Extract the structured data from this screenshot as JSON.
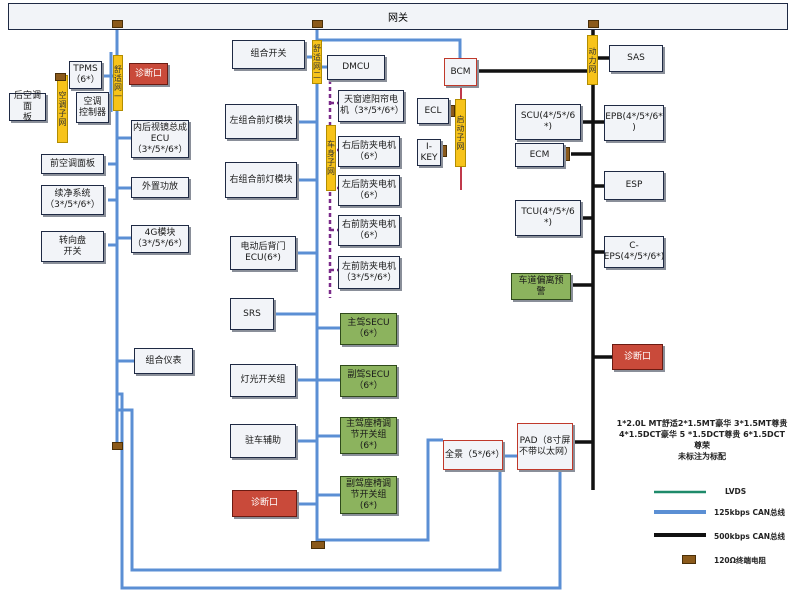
{
  "gateway": "网关",
  "buses": {
    "ac_subnet": "空\n调\n子\n网",
    "comfort_left": "舒\n适\n网\n一",
    "comfort_mid": "舒\n适\n网\n二",
    "body_inner": "车\n身\n子\n网",
    "start_subnet": "启\n动\n子\n网",
    "power_net": "动\n力\n网"
  },
  "nodes": {
    "tpms": "TPMS\n（6*）",
    "diag_top": "诊断口",
    "rear_ac": "后空调面\n板",
    "ac_ctrl": "空调\n控制器",
    "mirror_ecu": "内后视镜总成\nECU\n（3*/5*/6*）",
    "front_ac": "前空调面板",
    "cruise": "续净系统\n（3*/5*/6*）",
    "amp": "外置功放",
    "steer_sw": "转向盘\n开关",
    "module_4g": "4G模块\n（3*/5*/6*）",
    "cluster": "组合仪表",
    "combo_sw": "组合开关",
    "dmcu": "DMCU",
    "l_headlamp": "左组合前灯模块",
    "r_headlamp": "右组合前灯模块",
    "sunroof": "天窗遮阳帘电\n机（3*/5*/6*）",
    "rr_pinch": "右后防夹电机\n（6*）",
    "lr_pinch": "左后防夹电机\n（6*）",
    "rf_pinch": "右前防夹电机\n（6*）",
    "lf_pinch": "左前防夹电机\n（3*/5*/6*）",
    "tailgate": "电动后背门\nECU(6*)",
    "srs": "SRS",
    "drv_secu": "主驾SECU\n（6*）",
    "light_sw": "灯光开关组",
    "pass_secu": "副驾SECU\n（6*）",
    "park_assist": "驻车辅助",
    "drv_seat_sw": "主驾座椅调\n节开关组(6*)",
    "diag_mid": "诊断口",
    "pass_seat_sw": "副驾座椅调\n节开关组(6*)",
    "bcm": "BCM",
    "ecl": "ECL",
    "ikey": "I-\nKEY",
    "sas": "SAS",
    "scu": "SCU(4*/5*/6\n*)",
    "epb": "EPB(4*/5*/6*\n)",
    "ecm": "ECM",
    "esp": "ESP",
    "tcu": "TCU(4*/5*/6\n*)",
    "ceps": "C-\nEPS(4*/5*/6*)",
    "ldw": "车道偏离预\n警",
    "diag_right": "诊断口",
    "panorama": "全景（5*/6*）",
    "pad": "PAD（8寸屏\n不带以太网）"
  },
  "note": "1*2.0L MT舒适2*1.5MT豪华  3*1.5MT尊贵\n4*1.5DCT豪华 5 *1.5DCT尊贵  6*1.5DCT尊荣\n未标注为标配",
  "legend": {
    "lvds": "LVDS",
    "can125": "125kbps CAN总线",
    "can500": "500kbps CAN总线",
    "term": "120Ω终端电阻"
  },
  "colors": {
    "can125": "#5b8fd4",
    "can500": "#111111",
    "lvds": "#1e8a6a",
    "body_dashed": "#7b2a8a",
    "bus_segment": "#f7c31a",
    "terminator": "#8b5a1b",
    "start_net": "#c0394b"
  }
}
